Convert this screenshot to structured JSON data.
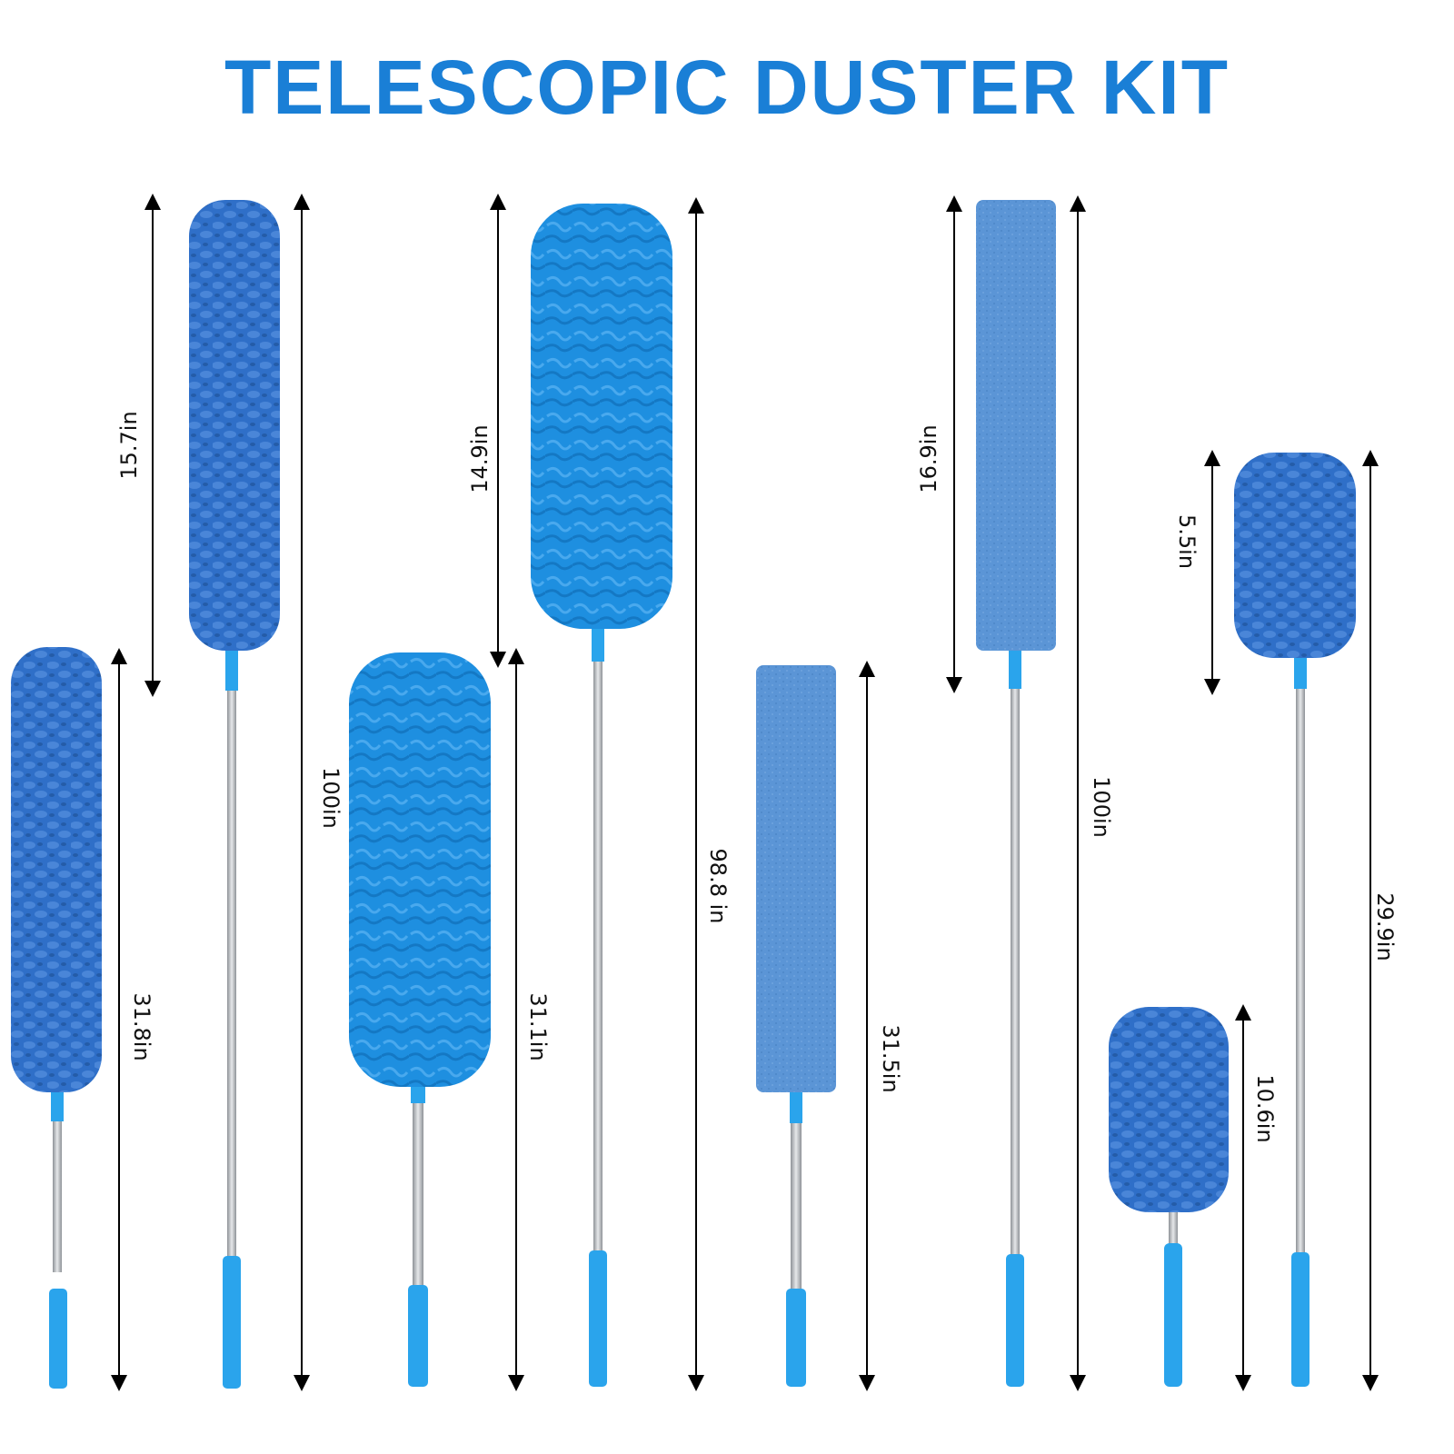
{
  "title": "TELESCOPIC DUSTER KIT",
  "colors": {
    "title": "#1a7fd6",
    "chenille": "#2f6fc8",
    "fluffy": "#1e8fe0",
    "flat_pad": "#5b95d6",
    "grip": "#2aa4ec",
    "pole": "#b9bcc0"
  },
  "dusters": [
    {
      "id": "chenille-long-short",
      "head": "chenille",
      "length_label": "31.8in"
    },
    {
      "id": "chenille-long-extended",
      "head": "chenille",
      "head_label": "15.7in",
      "length_label": "100in"
    },
    {
      "id": "fluffy-short",
      "head": "fluffy",
      "length_label": "31.1in"
    },
    {
      "id": "fluffy-extended",
      "head": "fluffy",
      "head_label": "14.9in",
      "length_label": "98.8 in"
    },
    {
      "id": "flat-short",
      "head": "flat-pad",
      "length_label": "31.5in"
    },
    {
      "id": "flat-extended",
      "head": "flat-pad",
      "head_label": "16.9in",
      "length_label": "100in"
    },
    {
      "id": "mini-chenille-short",
      "head": "chenille",
      "length_label": "10.6in"
    },
    {
      "id": "mini-chenille-extended",
      "head": "chenille",
      "head_label": "5.5in",
      "length_label": "29.9in"
    }
  ]
}
